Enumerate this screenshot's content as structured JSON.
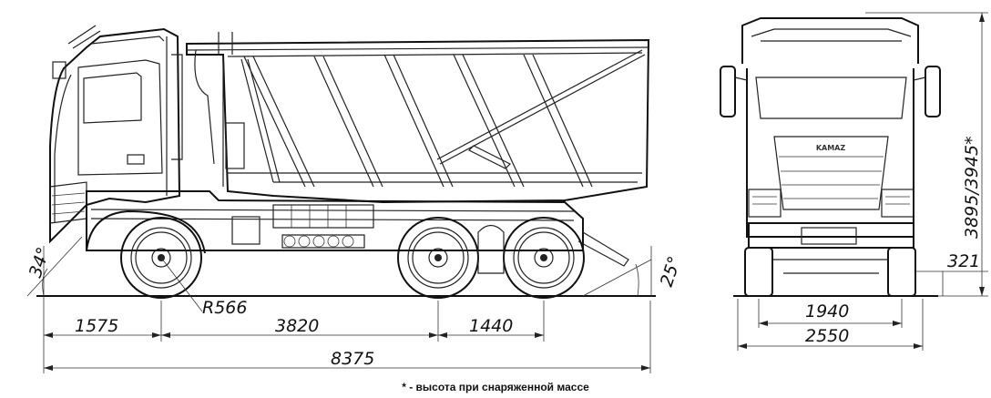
{
  "side_view": {
    "dimensions": {
      "front_overhang": "1575",
      "wheelbase_front": "3820",
      "bogie_spacing": "1440",
      "overall_length": "8375",
      "turning_radius": "R566",
      "approach_angle": "34°",
      "departure_angle": "25°"
    }
  },
  "front_view": {
    "dimensions": {
      "track_width": "1940",
      "overall_width": "2550",
      "height": "3895/3945*",
      "ground_clearance": "321"
    },
    "badge": "KAMAZ"
  },
  "footnote": "* - высота при снаряженной массе"
}
